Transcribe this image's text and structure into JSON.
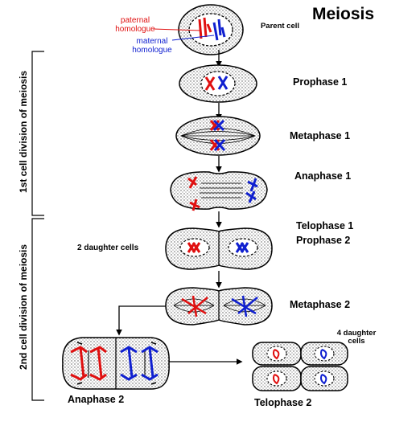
{
  "title": "Meiosis",
  "labels": {
    "parent_cell": "Parent cell",
    "paternal_homologue": "paternal homologue",
    "maternal_homologue": "maternal homologue",
    "prophase1": "Prophase 1",
    "metaphase1": "Metaphase 1",
    "anaphase1": "Anaphase 1",
    "telophase1": "Telophase 1",
    "prophase2": "Prophase 2",
    "two_daughter_cells": "2 daughter cells",
    "metaphase2": "Metaphase 2",
    "anaphase2": "Anaphase 2",
    "telophase2": "Telophase 2",
    "four_daughter_cells": "4 daughter cells",
    "first_division": "1st cell division of meiosis",
    "second_division": "2nd cell division of meiosis"
  },
  "colors": {
    "paternal": "#e01010",
    "maternal": "#1020d0",
    "outline": "#000000",
    "cell_fill": "#dcdcdc"
  }
}
